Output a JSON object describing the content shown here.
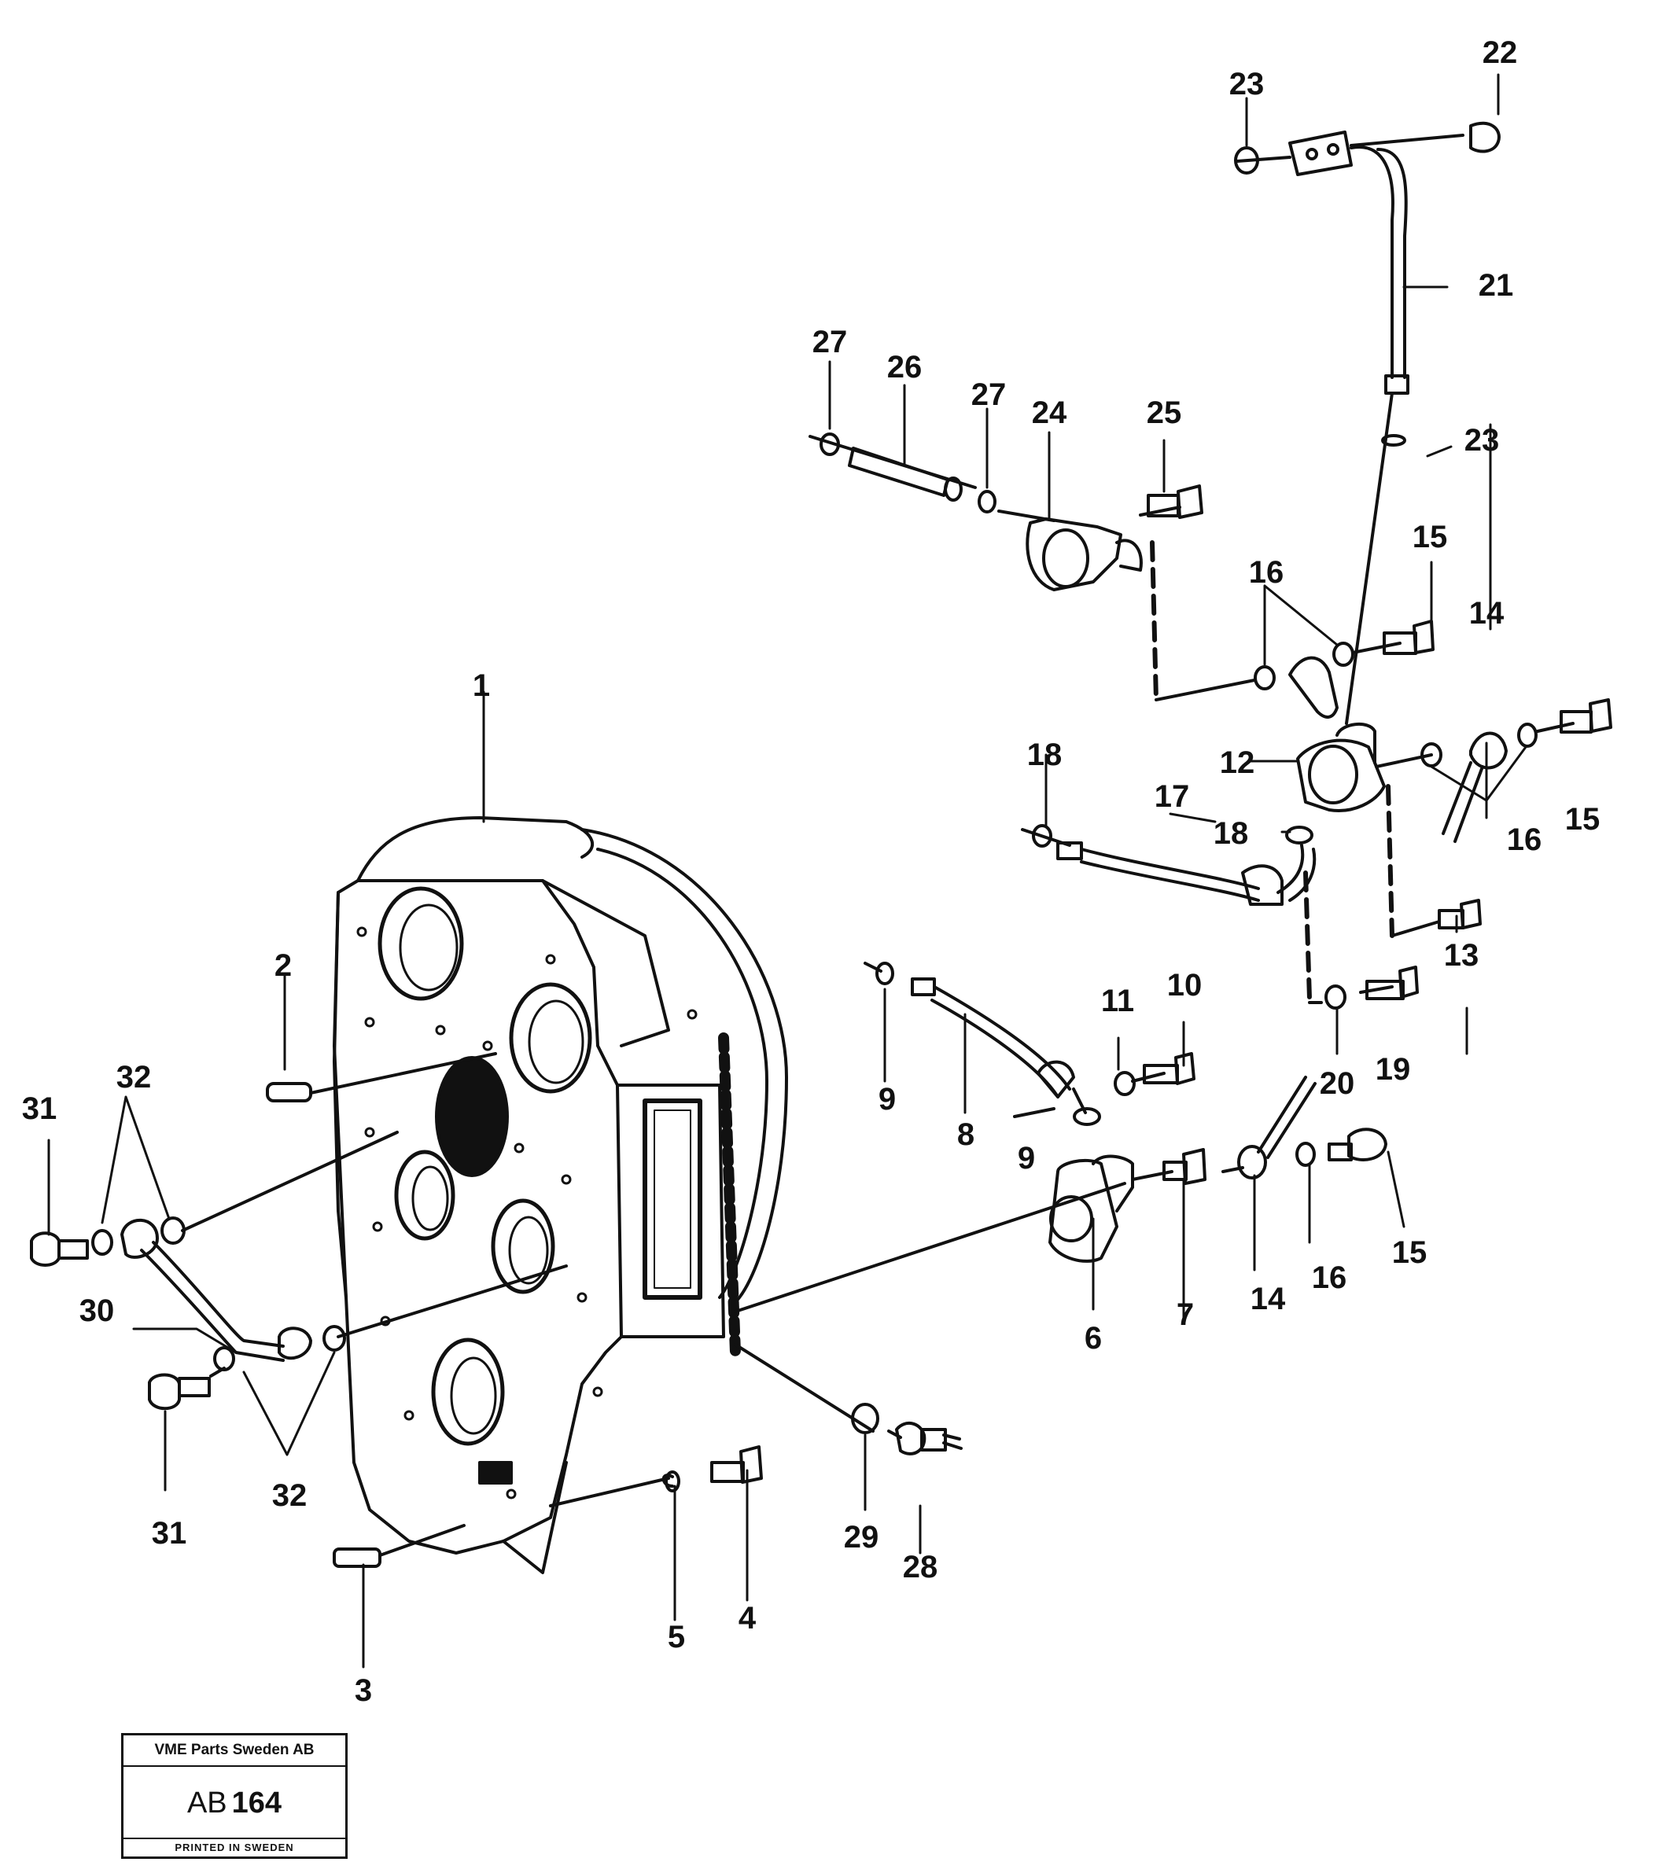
{
  "diagram": {
    "callouts": [
      "1",
      "2",
      "3",
      "4",
      "5",
      "6",
      "7",
      "8",
      "9",
      "9",
      "10",
      "11",
      "12",
      "13",
      "14",
      "14",
      "15",
      "15",
      "15",
      "16",
      "16",
      "16",
      "17",
      "18",
      "18",
      "19",
      "20",
      "21",
      "22",
      "23",
      "23",
      "24",
      "25",
      "26",
      "27",
      "27",
      "28",
      "29",
      "30",
      "31",
      "31",
      "32",
      "32"
    ]
  },
  "title_block": {
    "company": "VME Parts Sweden AB",
    "code_prefix": "AB",
    "code_number": "164",
    "printed": "PRINTED IN SWEDEN"
  }
}
